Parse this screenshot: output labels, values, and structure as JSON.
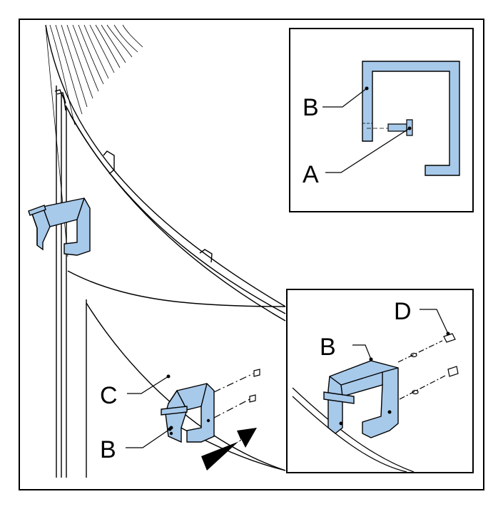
{
  "labels": {
    "main_c": "C",
    "main_b": "B",
    "inset_top_b": "B",
    "inset_top_a": "A",
    "inset_bottom_b": "B",
    "inset_bottom_d": "D"
  },
  "colors": {
    "part_fill": "#a7c9ea",
    "part_fill_dark": "#7fa9d4",
    "line": "#000000",
    "background": "#ffffff"
  }
}
